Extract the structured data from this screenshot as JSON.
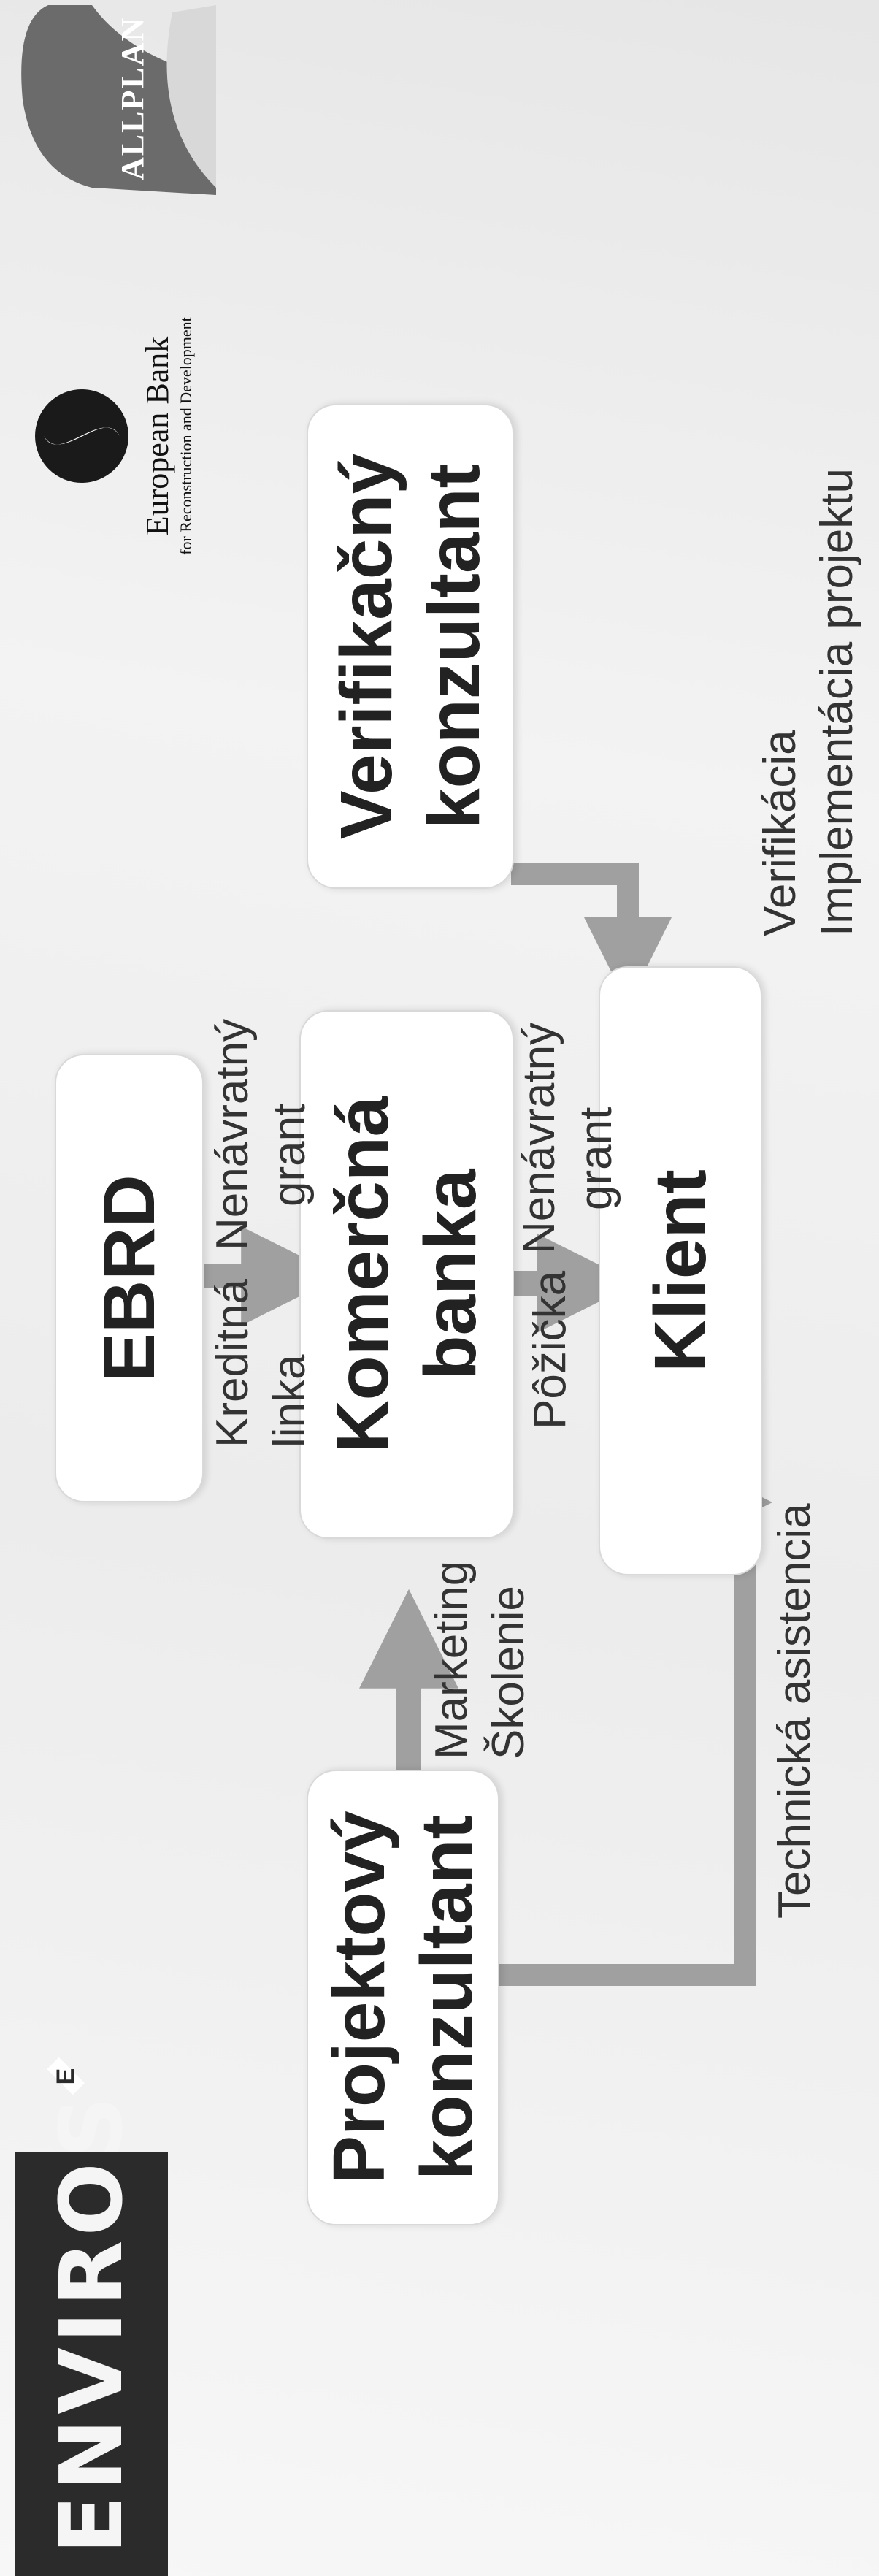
{
  "logos": {
    "enviros": "ENVIROS",
    "enviros_mark": "E",
    "ebrd_name": "European Bank",
    "ebrd_sub": "for Reconstruction and Development",
    "allplan": "ALLPLAN"
  },
  "nodes": {
    "projektovy": [
      "Projektový",
      "konzultant"
    ],
    "ebrd": [
      "EBRD"
    ],
    "komercna": [
      "Komerčná",
      "banka"
    ],
    "klient": [
      "Klient"
    ],
    "verifikacny": [
      "Verifikačný",
      "konzultant"
    ]
  },
  "labels": {
    "kreditna_linka": [
      "Kreditná",
      "linka"
    ],
    "nenavratny_grant_top": [
      "Nenávratný",
      "grant"
    ],
    "marketing_skolenie": [
      "Marketing",
      "Školenie"
    ],
    "pozicka": "Pôžička",
    "nenavratny_grant_mid": [
      "Nenávratný",
      "grant"
    ],
    "technicka_asistencia": "Technická asistencia",
    "verifikacia": [
      "Verifikácia",
      "Implementácia projektu"
    ]
  },
  "colors": {
    "arrow": "#a0a0a0",
    "box": "#ffffff",
    "enviros_bg": "#2b2b2b"
  }
}
